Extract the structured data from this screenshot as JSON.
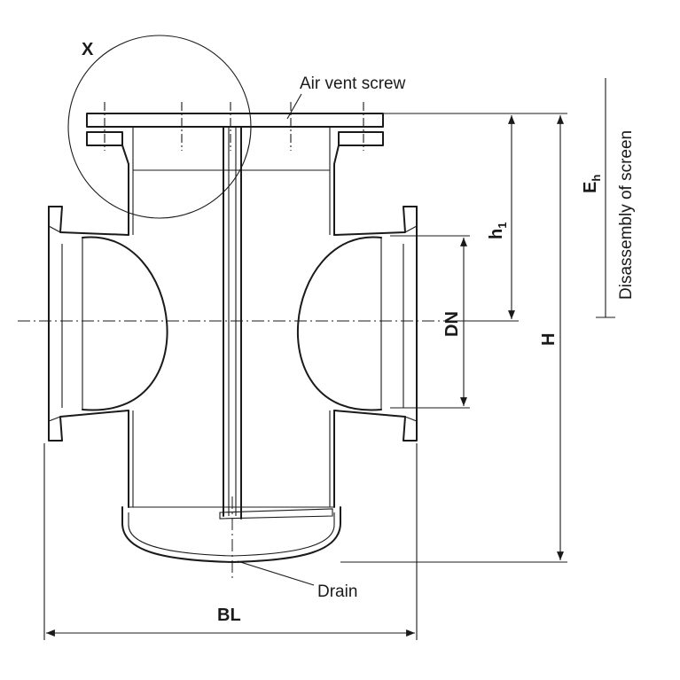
{
  "labels": {
    "detail": "X",
    "air_vent": "Air vent screw",
    "drain": "Drain",
    "eh_main": "E",
    "eh_sub": "h",
    "disassembly": "Disassembly of screen",
    "h1_main": "h",
    "h1_sub": "1",
    "dn": "DN",
    "h": "H",
    "bl": "BL"
  }
}
